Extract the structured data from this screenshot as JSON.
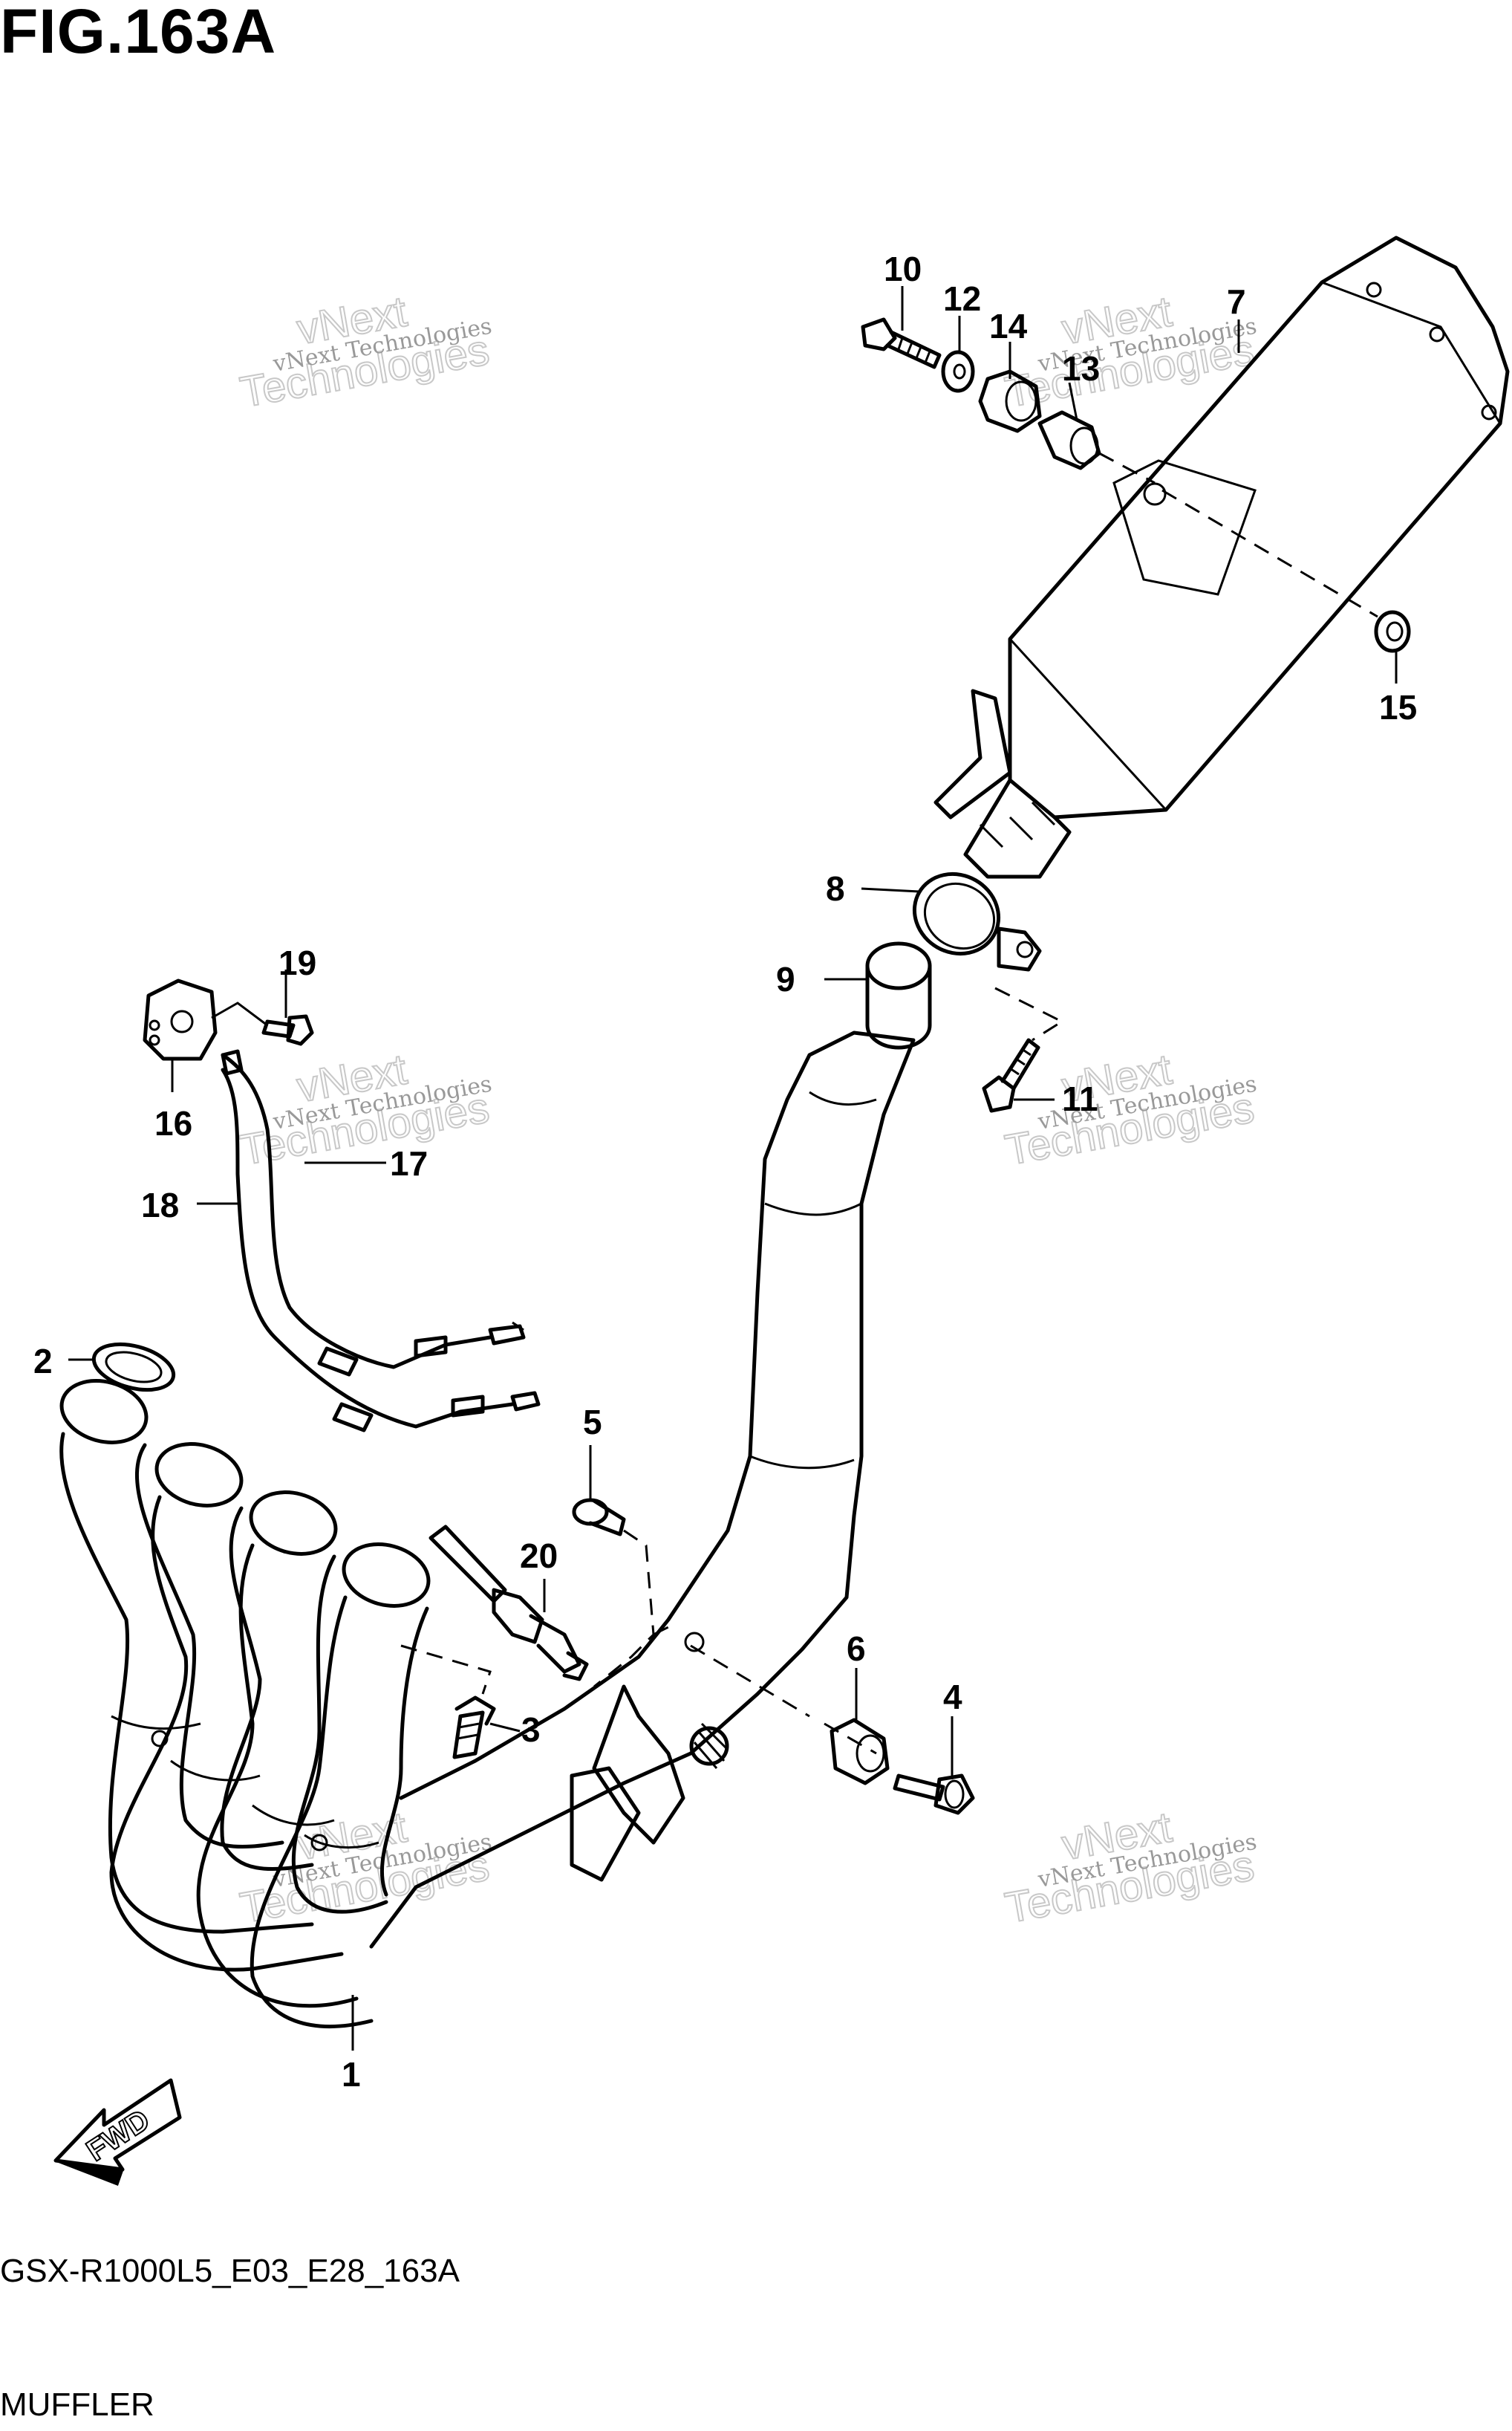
{
  "figure": {
    "title": "FIG.163A",
    "code": "GSX-R1000L5_E03_E28_163A",
    "name": "MUFFLER",
    "fwd_label": "FWD"
  },
  "watermark": {
    "line_small": "vNext Technologies",
    "line_big_1": "vNext",
    "line_big_2": "Technologies"
  },
  "callouts": {
    "c1": "1",
    "c2": "2",
    "c3": "3",
    "c4": "4",
    "c5": "5",
    "c6": "6",
    "c7": "7",
    "c8": "8",
    "c9": "9",
    "c10": "10",
    "c11": "11",
    "c12": "12",
    "c13": "13",
    "c14": "14",
    "c15": "15",
    "c16": "16",
    "c17": "17",
    "c18": "18",
    "c19": "19",
    "c20": "20"
  }
}
